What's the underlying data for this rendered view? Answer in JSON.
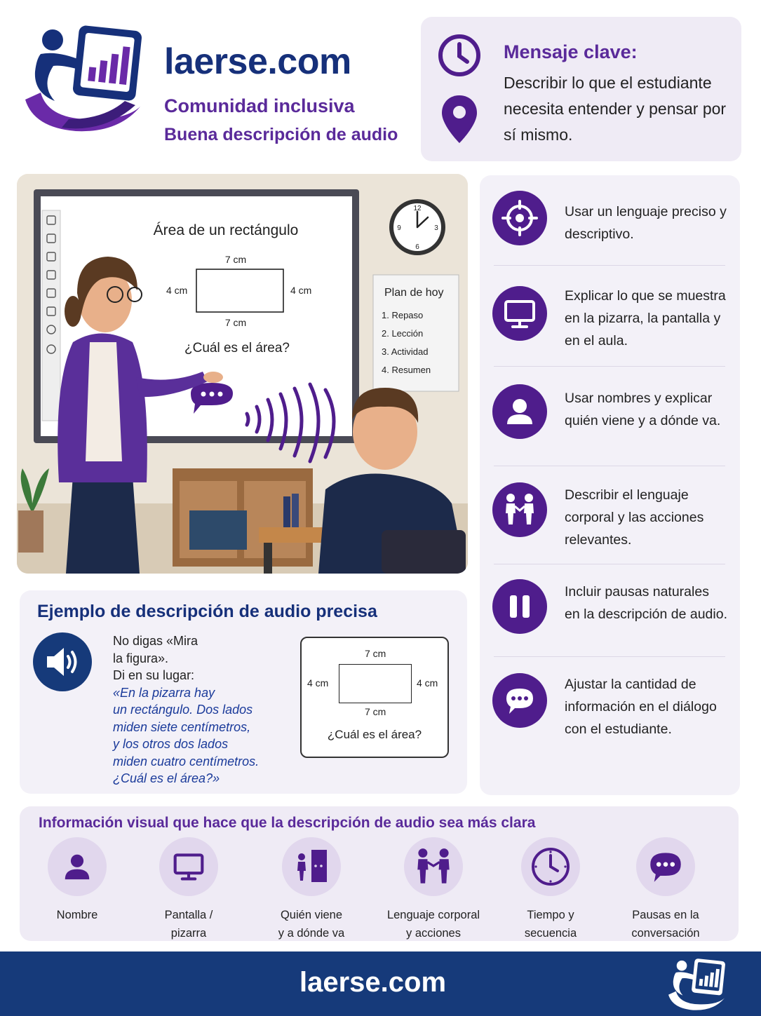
{
  "header": {
    "brand": "laerse.com",
    "subtitle1": "Comunidad inclusiva",
    "subtitle2": "Buena descripción de audio"
  },
  "key_message": {
    "title": "Mensaje clave:",
    "text": "Describir lo que el estudiante necesita entender y pensar por sí mismo."
  },
  "scene": {
    "board_title": "Área de un rectángulo",
    "top_label": "7 cm",
    "bottom_label": "7 cm",
    "left_label": "4 cm",
    "right_label": "4 cm",
    "question": "¿Cuál es el área?",
    "plan_title": "Plan de hoy",
    "plan_items": [
      "1.  Repaso",
      "2.  Lección",
      "3.  Actividad",
      "4.  Resumen"
    ],
    "clock_numbers": [
      "12",
      "3",
      "6",
      "9"
    ]
  },
  "tips": [
    {
      "icon": "target-icon",
      "text": "Usar un lenguaje preciso y descriptivo."
    },
    {
      "icon": "monitor-icon",
      "text": "Explicar lo que se muestra en la pizarra, la pantalla y en el aula."
    },
    {
      "icon": "person-icon",
      "text": "Usar nombres y explicar quién viene y a dónde va."
    },
    {
      "icon": "two-people-icon",
      "text": "Describir el lenguaje corporal y las acciones relevantes."
    },
    {
      "icon": "pause-icon",
      "text": "Incluir pausas naturales en la descripción de audio."
    },
    {
      "icon": "chat-bubble-icon",
      "text": "Ajustar la cantidad de información en el diálogo con el estudiante."
    }
  ],
  "example": {
    "title": "Ejemplo de descripción de audio precisa",
    "line1": "No digas «Mira",
    "line2": "la figura».",
    "line3": "Di en su lugar:",
    "quote": [
      "«En la pizarra hay",
      "un rectángulo. Dos lados",
      "miden siete centímetros,",
      "y los otros dos lados",
      "miden cuatro centímetros.",
      "¿Cuál es el área?»"
    ],
    "fig_top": "7 cm",
    "fig_bottom": "7 cm",
    "fig_left": "4 cm",
    "fig_right": "4 cm",
    "fig_question": "¿Cuál es el área?"
  },
  "visual_info": {
    "title": "Información visual que hace que la descripción de audio sea más clara",
    "items": [
      {
        "icon": "person-icon",
        "line1": "Nombre",
        "line2": ""
      },
      {
        "icon": "monitor-icon",
        "line1": "Pantalla /",
        "line2": "pizarra"
      },
      {
        "icon": "door-person-icon",
        "line1": "Quién viene",
        "line2": "y a dónde va"
      },
      {
        "icon": "two-people-icon",
        "line1": "Lenguaje corporal",
        "line2": "y acciones"
      },
      {
        "icon": "clock-icon",
        "line1": "Tiempo y",
        "line2": "secuencia"
      },
      {
        "icon": "chat-bubble-icon",
        "line1": "Pausas en la",
        "line2": "conversación"
      }
    ]
  },
  "footer": {
    "brand": "laerse.com"
  },
  "colors": {
    "purple": "#4f1d8c",
    "navy": "#163a7a",
    "lavender": "#efebf5"
  }
}
